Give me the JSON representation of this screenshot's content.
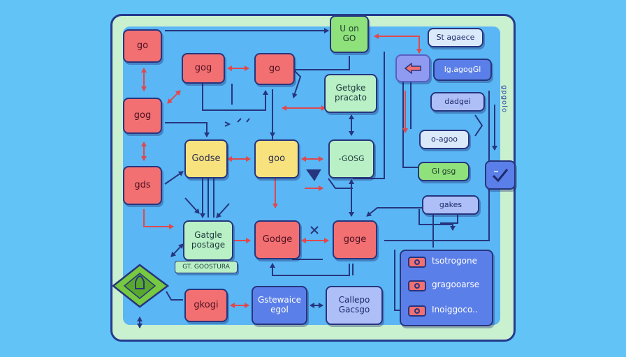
{
  "colors": {
    "background": "#62c3f7",
    "wire": "#26357e",
    "red_arrow": "#e0484e",
    "node_red": "#f26f72",
    "node_yellow": "#f7e27e",
    "node_green": "#8fe27b",
    "node_blue": "#5b7fe8"
  },
  "nodes": {
    "go_top_left": "go",
    "gog_top": "gog",
    "go_top_mid": "go",
    "u_on_go": "U on\nGO",
    "getgke_pracato": "Getgke\npracato",
    "gog_left": "gog",
    "godse": "Godse",
    "goo_mid": "goo",
    "gosg": "-GOSG",
    "gds_left": "gds",
    "gatgle_postage": "Gatgle\npostage",
    "godge": "Godge",
    "gogge": "goge",
    "gt_goostura": "GT. GOOSTURA",
    "gkogi": "gkogi",
    "gstewaice_egol": "Gstewaice\negol",
    "callepo_gacsgo": "Callepo\nGacsgo",
    "st_agaece": "St agaece",
    "lg_agogl": "lg.agogGl",
    "dadgei": "dadgei",
    "o_agoo": "o-agoo",
    "gl_gsg": "Gl gsg",
    "gakes": "gakes",
    "tsotrogone": "tsotrogone",
    "gragooarse": "gragooarse",
    "inoiggoco": "Inoiggoco.."
  },
  "side_label": "gpgolo"
}
